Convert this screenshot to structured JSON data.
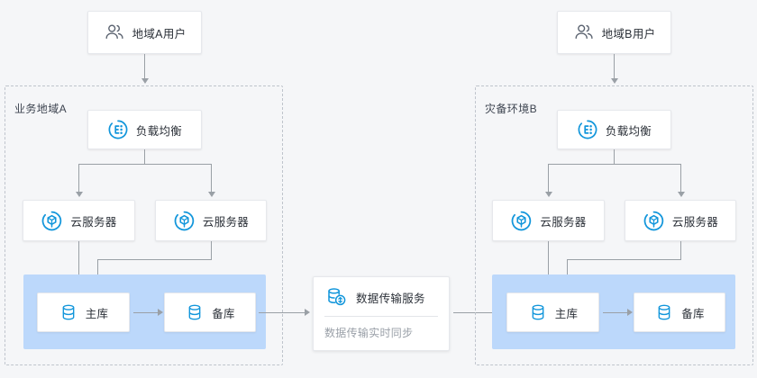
{
  "diagram": {
    "background_color": "#f5f6f8",
    "accent_color": "#1296db",
    "band_color": "#bcd8fb",
    "connector_color": "#9aa0a6",
    "region_border_color": "#bfc4cc"
  },
  "users": {
    "left": {
      "label": "地域A用户",
      "icon": "users-icon"
    },
    "right": {
      "label": "地域B用户",
      "icon": "users-icon"
    }
  },
  "regions": {
    "left": {
      "label": "业务地域A"
    },
    "right": {
      "label": "灾备环境B"
    }
  },
  "left_region": {
    "slb": {
      "label": "负载均衡",
      "icon": "load-balancer-icon"
    },
    "ecs": [
      {
        "label": "云服务器",
        "icon": "cloud-server-icon"
      },
      {
        "label": "云服务器",
        "icon": "cloud-server-icon"
      }
    ],
    "databases": [
      {
        "label": "主库",
        "icon": "database-icon"
      },
      {
        "label": "备库",
        "icon": "database-icon"
      }
    ]
  },
  "right_region": {
    "slb": {
      "label": "负载均衡",
      "icon": "load-balancer-icon"
    },
    "ecs": [
      {
        "label": "云服务器",
        "icon": "cloud-server-icon"
      },
      {
        "label": "云服务器",
        "icon": "cloud-server-icon"
      }
    ],
    "databases": [
      {
        "label": "主库",
        "icon": "database-icon"
      },
      {
        "label": "备库",
        "icon": "database-icon"
      }
    ]
  },
  "dts": {
    "title": "数据传输服务",
    "subtitle": "数据传输实时同步",
    "icon": "dts-sync-icon"
  }
}
